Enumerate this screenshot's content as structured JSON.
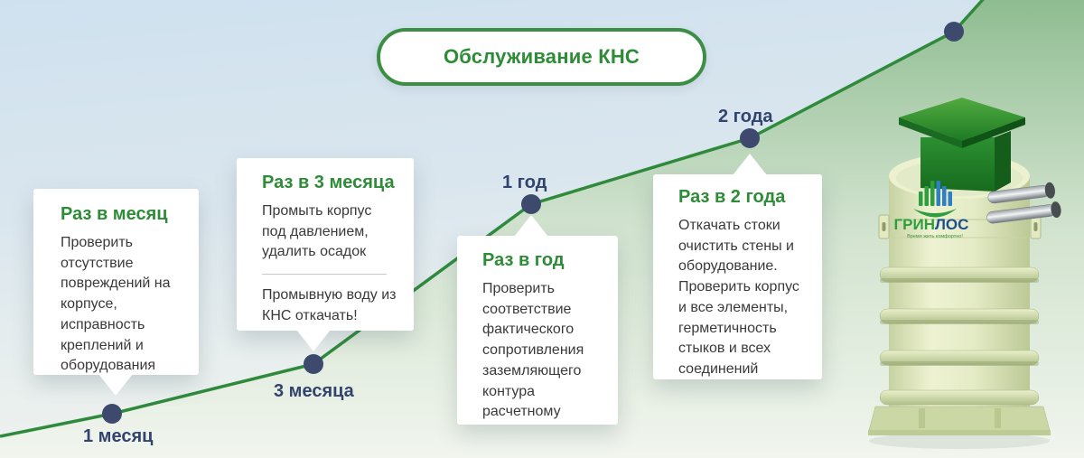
{
  "title": {
    "label": "Обслуживание КНС"
  },
  "milestones": [
    {
      "label": "1 месяц"
    },
    {
      "label": "3 месяца"
    },
    {
      "label": "1 год"
    },
    {
      "label": "2 года"
    }
  ],
  "cards": [
    {
      "heading": "Раз в месяц",
      "body": "Проверить отсутствие повреждений на корпусе, исправность креплений и оборудования"
    },
    {
      "heading": "Раз в 3 месяца",
      "body": "Промыть корпус под давлением, удалить осадок",
      "note": "Промывную воду из КНС откачать!"
    },
    {
      "heading": "Раз в год",
      "body": "Проверить соответствие фактического сопротивления заземляющего контура расчетному"
    },
    {
      "heading": "Раз в 2 года",
      "body": "Откачать стоки очистить стены и оборудование. Проверить корпус и все элементы, герметичность стыков и всех соединений"
    }
  ],
  "product": {
    "brand_part1": "ГРИН",
    "brand_part2": "ЛОС",
    "tagline": "Время жить комфортно!",
    "logo_icon": "buildings-with-arc-icon"
  },
  "colors": {
    "accent_green": "#2e8b37",
    "curve_green": "#2f8a3c",
    "fill_green_top": "#8bba8c",
    "navy": "#32436e",
    "dot_navy": "#3d4a6e",
    "sky_blue": "#cfe1ef",
    "card_bg": "#ffffff",
    "tank_body": "#e4ebc6",
    "cube_green": "#2c9031"
  }
}
